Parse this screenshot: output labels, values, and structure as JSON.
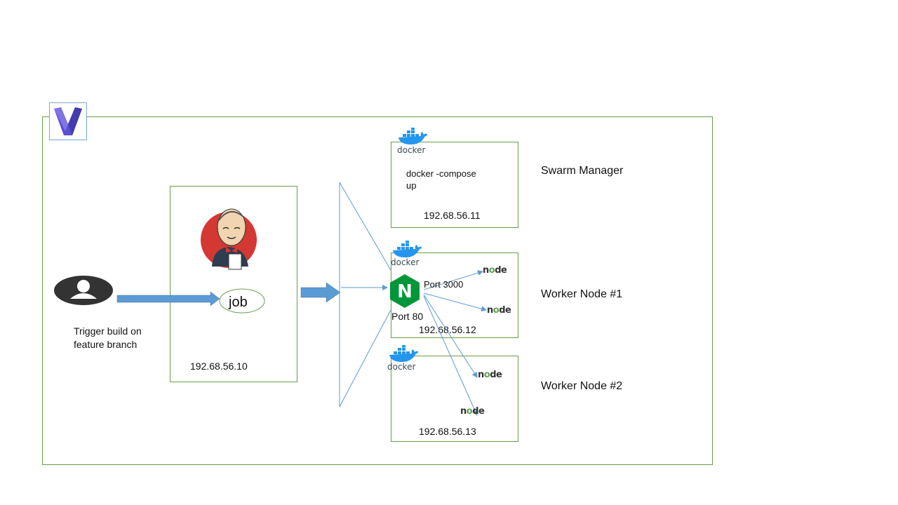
{
  "trigger": {
    "label_line1": "Trigger build on",
    "label_line2": "feature branch"
  },
  "jenkins": {
    "job_label": "job",
    "ip": "192.68.56.10"
  },
  "manager": {
    "docker_label": "docker",
    "cmd_line1": "docker -compose",
    "cmd_line2": "up",
    "ip": "192.68.56.11",
    "role": "Swarm Manager"
  },
  "worker1": {
    "docker_label": "docker",
    "ip": "192.68.56.12",
    "role": "Worker Node #1"
  },
  "worker2": {
    "docker_label": "docker",
    "ip": "192.68.56.13",
    "role": "Worker Node #2"
  },
  "nginx": {
    "letter": "N",
    "port_in": "Port 80",
    "port_out": "Port 3000"
  },
  "node_logo": {
    "prefix": "n",
    "o": "o",
    "suffix": "de"
  },
  "colors": {
    "border": "#6a9b46",
    "arrow": "#5b9bd5",
    "nginx": "#009639",
    "vagrant": "#5a4fcf",
    "docker": "#2496ed"
  }
}
